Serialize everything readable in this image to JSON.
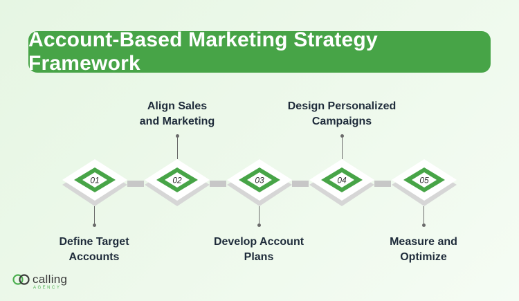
{
  "title": "Account-Based Marketing Strategy Framework",
  "steps": [
    {
      "number": "01",
      "label_lines": [
        "Define Target",
        "Accounts"
      ],
      "position": "below"
    },
    {
      "number": "02",
      "label_lines": [
        "Align Sales",
        "and Marketing"
      ],
      "position": "above"
    },
    {
      "number": "03",
      "label_lines": [
        "Develop Account",
        "Plans"
      ],
      "position": "below"
    },
    {
      "number": "04",
      "label_lines": [
        "Design Personalized",
        "Campaigns"
      ],
      "position": "above"
    },
    {
      "number": "05",
      "label_lines": [
        "Measure and",
        "Optimize"
      ],
      "position": "below"
    }
  ],
  "logo": {
    "word": "calling",
    "sub": "AGENCY"
  },
  "colors": {
    "accent": "#47a447",
    "connector": "#c7c7c7",
    "text": "#1e2b3a"
  }
}
